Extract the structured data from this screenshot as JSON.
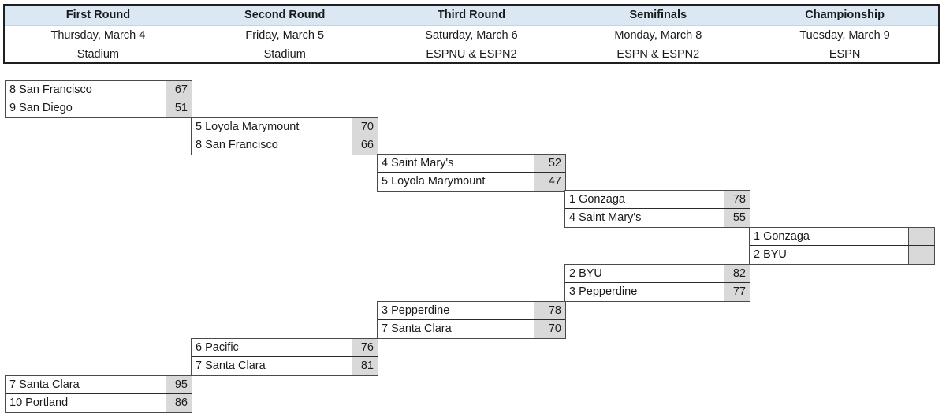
{
  "schedule": {
    "rounds": [
      {
        "name": "First Round",
        "date": "Thursday, March 4",
        "venue": "Stadium"
      },
      {
        "name": "Second Round",
        "date": "Friday, March 5",
        "venue": "Stadium"
      },
      {
        "name": "Third Round",
        "date": "Saturday, March 6",
        "venue": "ESPNU & ESPN2"
      },
      {
        "name": "Semifinals",
        "date": "Monday, March 8",
        "venue": "ESPN & ESPN2"
      },
      {
        "name": "Championship",
        "date": "Tuesday, March 9",
        "venue": "ESPN"
      }
    ]
  },
  "colors": {
    "header_band": "#dbe8f4",
    "score_cell": "#d9d9d9",
    "border": "#4a4a4a",
    "text": "#1a1a1a"
  },
  "bracket": {
    "matchups": [
      {
        "id": "r1-upper",
        "round": "First Round",
        "top": {
          "seed": "8",
          "team": "San Francisco",
          "label": "8 San Francisco",
          "score": "67"
        },
        "bottom": {
          "seed": "9",
          "team": "San Diego",
          "label": "9 San Diego",
          "score": "51"
        }
      },
      {
        "id": "r2-upper",
        "round": "Second Round",
        "top": {
          "seed": "5",
          "team": "Loyola Marymount",
          "label": "5 Loyola Marymount",
          "score": "70"
        },
        "bottom": {
          "seed": "8",
          "team": "San Francisco",
          "label": "8 San Francisco",
          "score": "66"
        }
      },
      {
        "id": "r3-upper",
        "round": "Third Round",
        "top": {
          "seed": "4",
          "team": "Saint Mary's",
          "label": "4 Saint Mary's",
          "score": "52"
        },
        "bottom": {
          "seed": "5",
          "team": "Loyola Marymount",
          "label": "5 Loyola Marymount",
          "score": "47"
        }
      },
      {
        "id": "sf-upper",
        "round": "Semifinals",
        "top": {
          "seed": "1",
          "team": "Gonzaga",
          "label": "1 Gonzaga",
          "score": "78"
        },
        "bottom": {
          "seed": "4",
          "team": "Saint Mary's",
          "label": "4 Saint Mary's",
          "score": "55"
        }
      },
      {
        "id": "championship",
        "round": "Championship",
        "top": {
          "seed": "1",
          "team": "Gonzaga",
          "label": "1 Gonzaga",
          "score": ""
        },
        "bottom": {
          "seed": "2",
          "team": "BYU",
          "label": "2 BYU",
          "score": ""
        }
      },
      {
        "id": "sf-lower",
        "round": "Semifinals",
        "top": {
          "seed": "2",
          "team": "BYU",
          "label": "2 BYU",
          "score": "82"
        },
        "bottom": {
          "seed": "3",
          "team": "Pepperdine",
          "label": "3 Pepperdine",
          "score": "77"
        }
      },
      {
        "id": "r3-lower",
        "round": "Third Round",
        "top": {
          "seed": "3",
          "team": "Pepperdine",
          "label": "3 Pepperdine",
          "score": "78"
        },
        "bottom": {
          "seed": "7",
          "team": "Santa Clara",
          "label": "7 Santa Clara",
          "score": "70"
        }
      },
      {
        "id": "r2-lower",
        "round": "Second Round",
        "top": {
          "seed": "6",
          "team": "Pacific",
          "label": "6 Pacific",
          "score": "76"
        },
        "bottom": {
          "seed": "7",
          "team": "Santa Clara",
          "label": "7 Santa Clara",
          "score": "81"
        }
      },
      {
        "id": "r1-lower",
        "round": "First Round",
        "top": {
          "seed": "7",
          "team": "Santa Clara",
          "label": "7 Santa Clara",
          "score": "95"
        },
        "bottom": {
          "seed": "10",
          "team": "Portland",
          "label": "10 Portland",
          "score": "86"
        }
      }
    ]
  }
}
